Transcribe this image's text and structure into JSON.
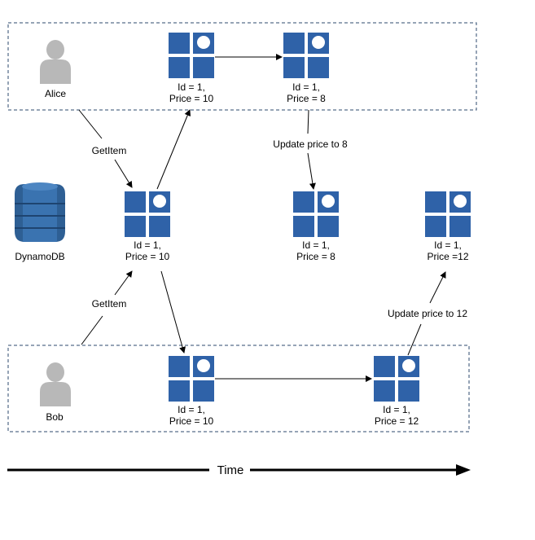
{
  "swimlanes": {
    "alice": {
      "label": "Alice"
    },
    "bob": {
      "label": "Bob"
    }
  },
  "database": {
    "label": "DynamoDB"
  },
  "items": {
    "alice_read": {
      "line1": "Id = 1,",
      "line2": "Price = 10"
    },
    "alice_write": {
      "line1": "Id = 1,",
      "line2": "Price = 8"
    },
    "db_initial": {
      "line1": "Id = 1,",
      "line2": "Price = 10"
    },
    "db_after_alice": {
      "line1": "Id = 1,",
      "line2": "Price = 8"
    },
    "db_after_bob": {
      "line1": "Id = 1,",
      "line2": "Price =12"
    },
    "bob_read": {
      "line1": "Id = 1,",
      "line2": "Price = 10"
    },
    "bob_write": {
      "line1": "Id = 1,",
      "line2": "Price = 12"
    }
  },
  "operations": {
    "alice_getitem": "GetItem",
    "bob_getitem": "GetItem",
    "alice_update": "Update price to 8",
    "bob_update": "Update price to 12"
  },
  "time_axis": {
    "label": "Time"
  },
  "colors": {
    "item_blue": "#2f62a8",
    "db_blue": "#2e5f94",
    "person_gray": "#b8b8b8",
    "lane_border": "#2c4a6e"
  }
}
